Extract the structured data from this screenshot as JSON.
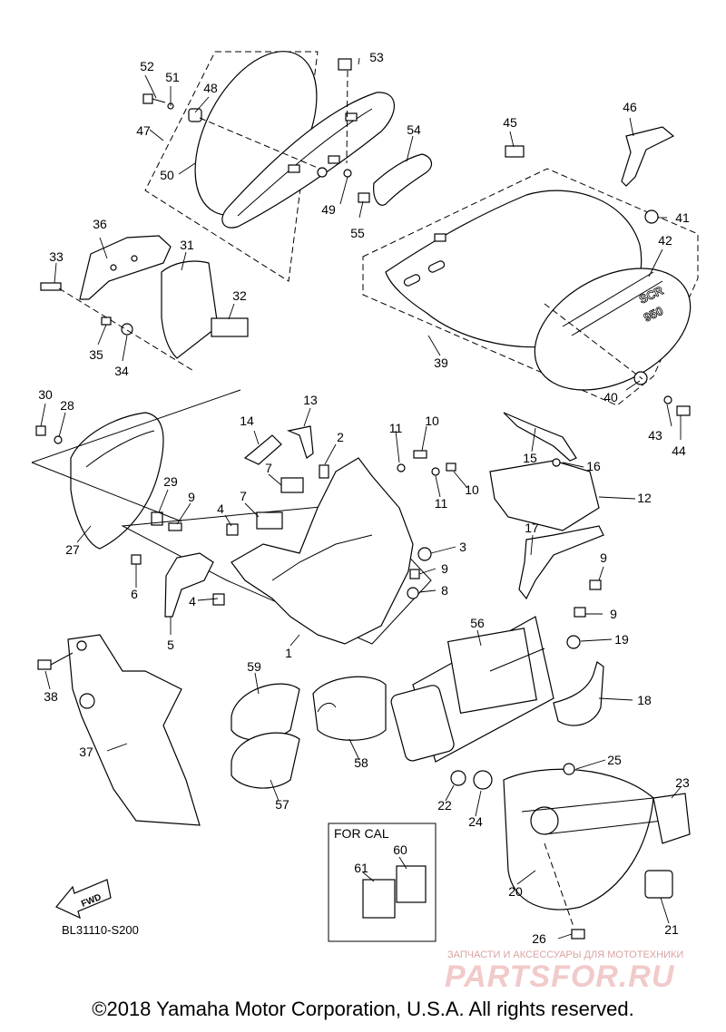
{
  "diagram": {
    "title_code": "BL31110-S200",
    "fwd_label": "FWD",
    "cal_box_title": "FOR CAL",
    "emblem_text_1": "SCR",
    "emblem_text_2": "950",
    "watermark_line1": "ЗАПЧАСТИ И АКСЕССУАРЫ ДЛЯ МОТОТЕХНИКИ",
    "watermark_line2": "PARTSFOR.RU",
    "copyright": "©2018 Yamaha Motor Corporation, U.S.A. All rights reserved."
  },
  "callouts": {
    "c1": "1",
    "c2": "2",
    "c3": "3",
    "c4a": "4",
    "c4b": "4",
    "c5": "5",
    "c6": "6",
    "c7a": "7",
    "c7b": "7",
    "c8": "8",
    "c9a": "9",
    "c9b": "9",
    "c9c": "9",
    "c9d": "9",
    "c10a": "10",
    "c10b": "10",
    "c11a": "11",
    "c11b": "11",
    "c12": "12",
    "c13": "13",
    "c14": "14",
    "c15": "15",
    "c16": "16",
    "c17": "17",
    "c18": "18",
    "c19": "19",
    "c20": "20",
    "c21": "21",
    "c22": "22",
    "c23": "23",
    "c24": "24",
    "c25": "25",
    "c26": "26",
    "c27": "27",
    "c28": "28",
    "c29": "29",
    "c30": "30",
    "c31": "31",
    "c32": "32",
    "c33": "33",
    "c34": "34",
    "c35": "35",
    "c36": "36",
    "c37": "37",
    "c38": "38",
    "c39": "39",
    "c40": "40",
    "c41": "41",
    "c42": "42",
    "c43": "43",
    "c44": "44",
    "c45": "45",
    "c46": "46",
    "c47": "47",
    "c48": "48",
    "c49": "49",
    "c50": "50",
    "c51": "51",
    "c52": "52",
    "c53": "53",
    "c54": "54",
    "c55": "55",
    "c56": "56",
    "c57": "57",
    "c58": "58",
    "c59": "59",
    "c60": "60",
    "c61": "61"
  }
}
